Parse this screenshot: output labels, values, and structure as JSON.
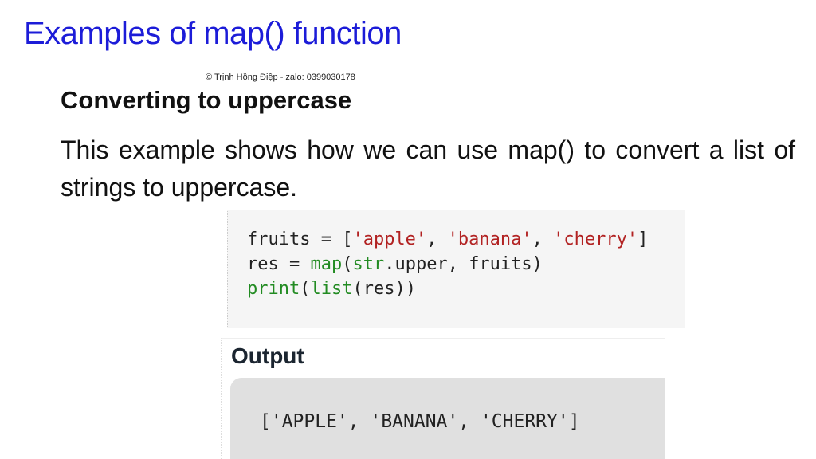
{
  "slide": {
    "title": "Examples of map() function",
    "copyright": "© Trịnh Hồng Điệp - zalo: 0399030178",
    "heading": "Converting to uppercase",
    "body": "This example shows how we can use map() to convert a list of strings to uppercase."
  },
  "code": {
    "line1": {
      "a": "fruits = [",
      "s1": "'apple'",
      "c1": ", ",
      "s2": "'banana'",
      "c2": ", ",
      "s3": "'cherry'",
      "e": "]"
    },
    "line2": {
      "a": "res = ",
      "f1": "map",
      "b": "(",
      "f2": "str",
      "c": ".upper, fruits)"
    },
    "line3": {
      "f1": "print",
      "b": "(",
      "f2": "list",
      "c": "(res))"
    }
  },
  "output": {
    "label": "Output",
    "text": "['APPLE', 'BANANA', 'CHERRY']"
  },
  "colors": {
    "title": "#1c1cd8",
    "string": "#b22222",
    "builtin": "#228b22"
  }
}
